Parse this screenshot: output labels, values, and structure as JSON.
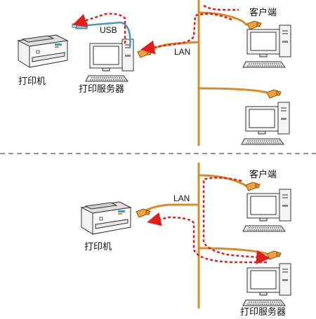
{
  "top": {
    "client_label": "客户端",
    "usb_label": "USB",
    "lan_label": "LAN",
    "printer_label": "打印机",
    "print_server_label": "打印服务器"
  },
  "bottom": {
    "client_label": "客户端",
    "lan_label": "LAN",
    "printer_label": "打印机",
    "print_server_label": "打印服务器"
  },
  "colors": {
    "lan_cable": "#d98a2b",
    "data_flow": "#e0201e",
    "usb_cable": "#4a9bb0",
    "divider": "#555555"
  },
  "icons": [
    "printer-icon",
    "computer-icon",
    "usb-plug-icon",
    "lan-plug-icon"
  ]
}
